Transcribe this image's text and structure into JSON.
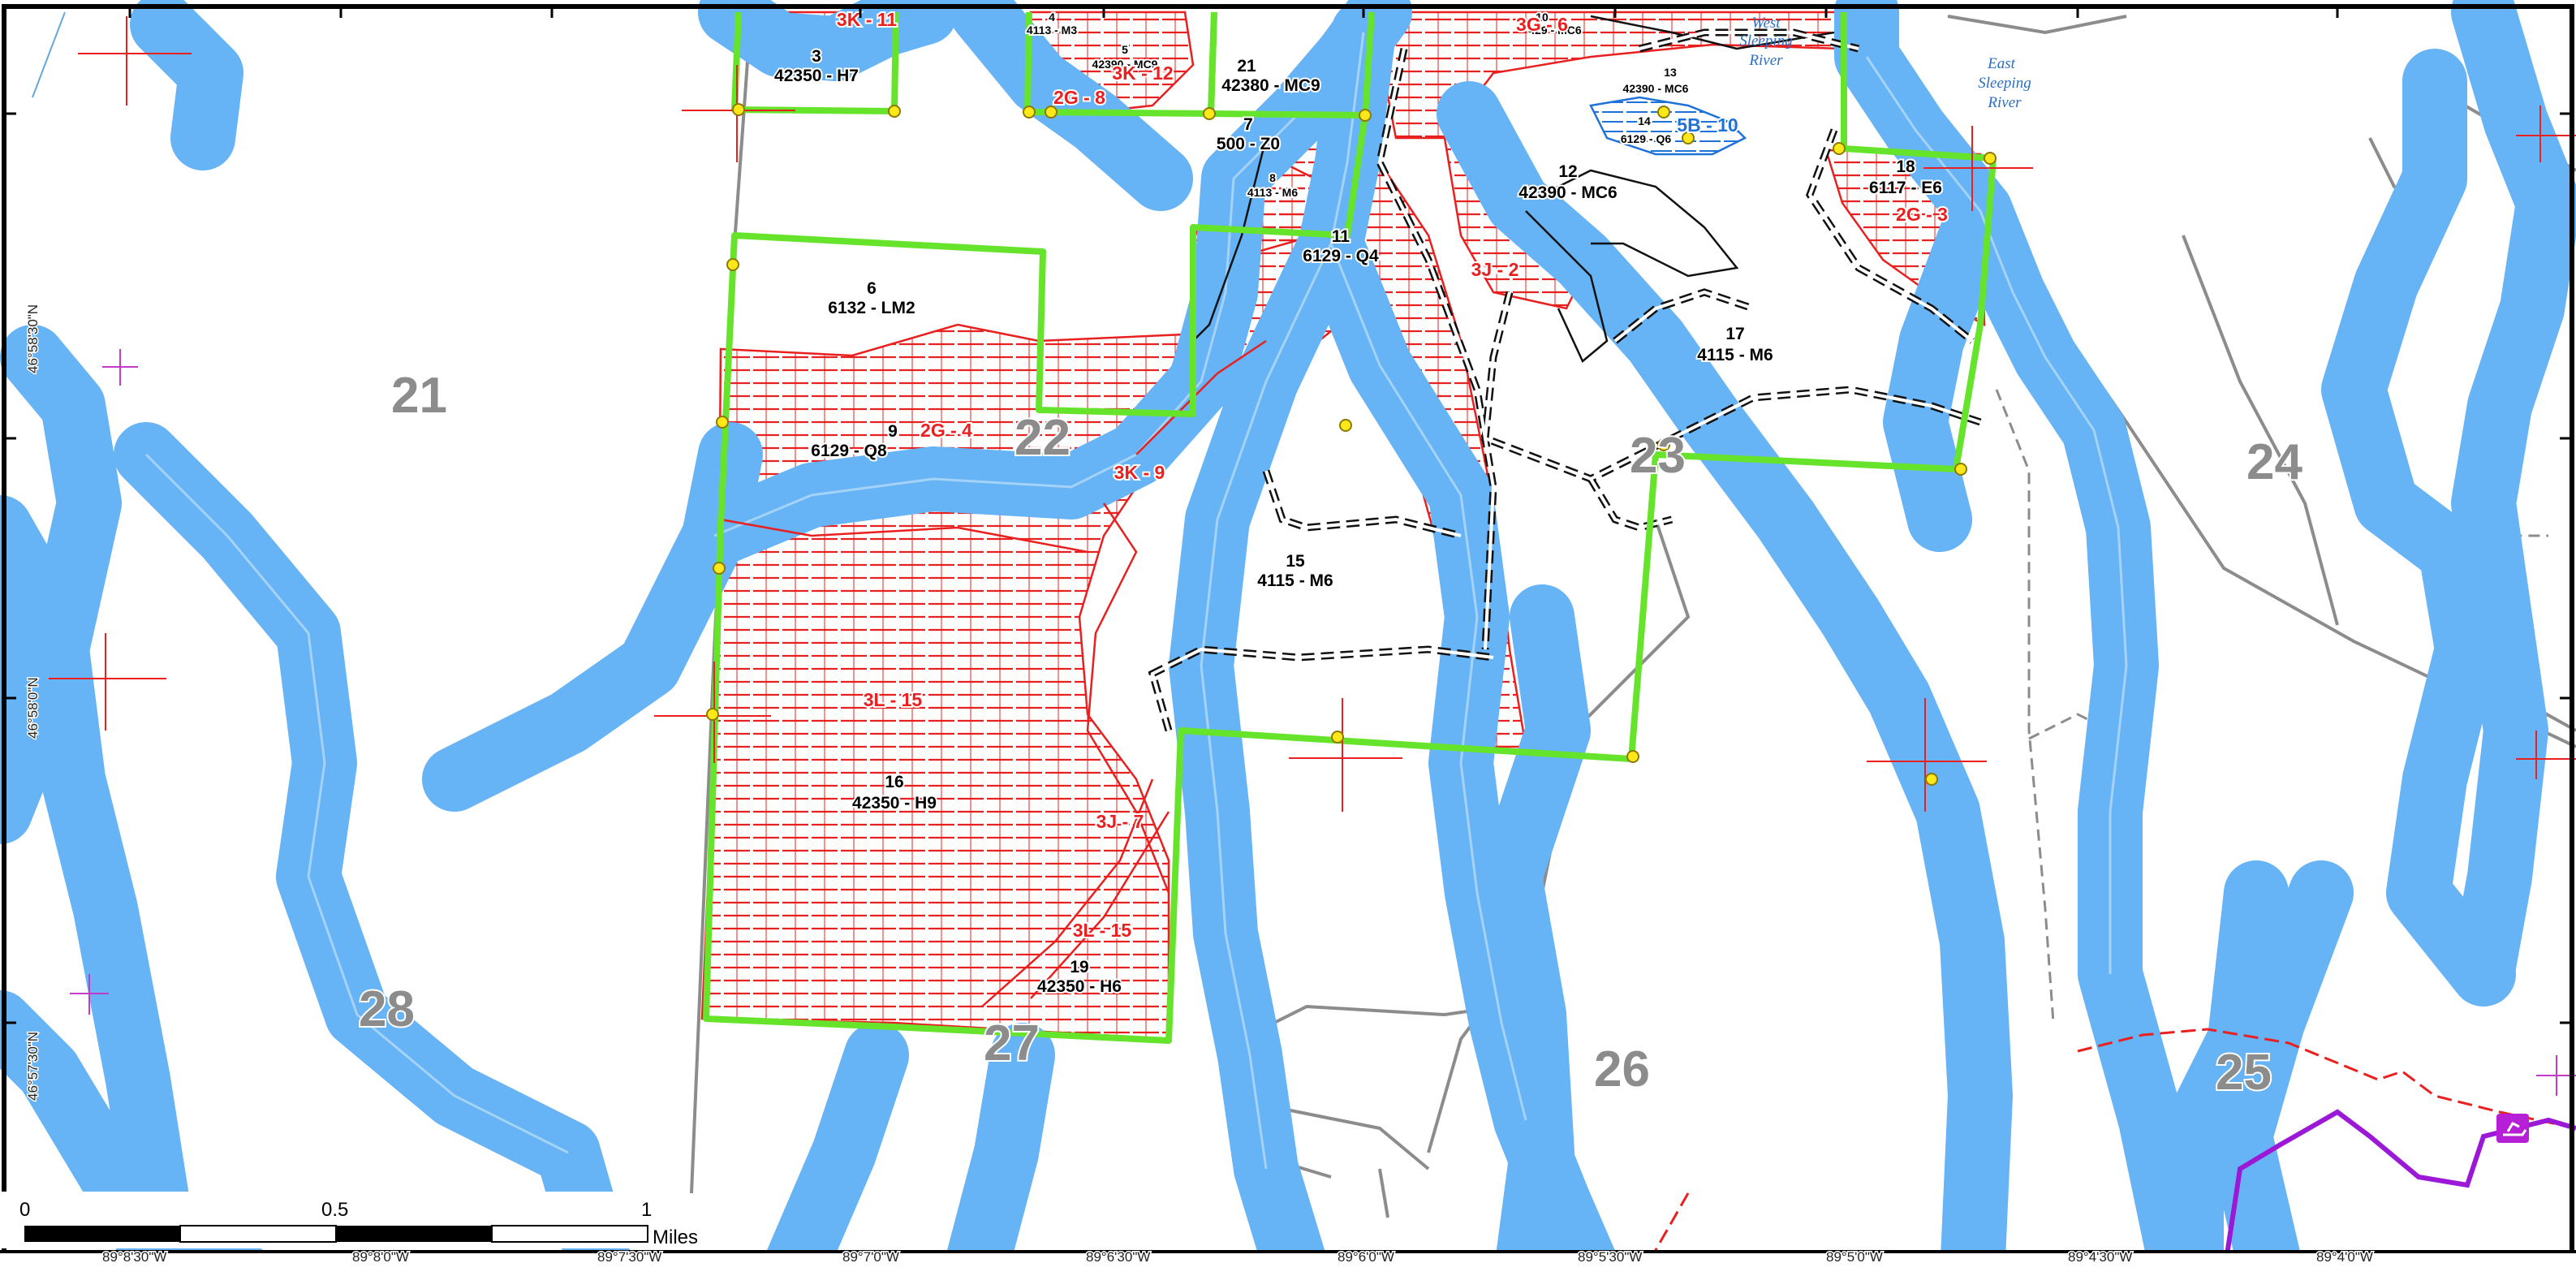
{
  "sections": [
    "21",
    "22",
    "23",
    "24",
    "25",
    "26",
    "27",
    "28"
  ],
  "stands": {
    "s3": {
      "num": "3",
      "code": "42350 - H7"
    },
    "s4": {
      "num": "4",
      "code": "4113 - M3"
    },
    "s5": {
      "num": "5",
      "code": "42390 - MC9"
    },
    "s6": {
      "num": "6",
      "code": "6132 - LM2"
    },
    "s7": {
      "num": "7",
      "code": "500 - Z0"
    },
    "s8": {
      "num": "8",
      "code": "4113 - M6"
    },
    "s9": {
      "num": "9",
      "code": "6129 - Q8"
    },
    "s10": {
      "num": "10",
      "code": "429 - MC6"
    },
    "s11": {
      "num": "11",
      "code": "6129 - Q4"
    },
    "s12": {
      "num": "12",
      "code": "42390 - MC6"
    },
    "s13": {
      "num": "13",
      "code": "42390 - MC6"
    },
    "s14": {
      "num": "14",
      "code": "6129 - Q6"
    },
    "s15": {
      "num": "15",
      "code": "4115 - M6"
    },
    "s16": {
      "num": "16",
      "code": "42350 - H9"
    },
    "s17": {
      "num": "17",
      "code": "4115 - M6"
    },
    "s18": {
      "num": "18",
      "code": "6117 - E6"
    },
    "s19": {
      "num": "19",
      "code": "42350 - H6"
    },
    "s21": {
      "num": "21",
      "code": "42380 - MC9"
    }
  },
  "zones": {
    "z3k11": "3K - 11",
    "z3g6": "3G - 6",
    "z3k12": "3K - 12",
    "z2g8": "2G - 8",
    "z5b10": "5B - 10",
    "z2g3": "2G - 3",
    "z3j2": "3J - 2",
    "z2g4": "2G - 4",
    "z3k9": "3K - 9",
    "z3l15a": "3L - 15",
    "z3j7": "3J - 7",
    "z3l15b": "3L - 15"
  },
  "rivers": {
    "west_l1": "West",
    "west_l2": "Sleeping",
    "west_l3": "River",
    "east_l1": "East",
    "east_l2": "Sleeping",
    "east_l3": "River"
  },
  "lat_labels": [
    "46°58'30\"N",
    "46°58'0\"N",
    "46°57'30\"N"
  ],
  "lon_labels": [
    "89°8'30\"W",
    "89°8'0\"W",
    "89°7'30\"W",
    "89°7'0\"W",
    "89°6'30\"W",
    "89°6'0\"W",
    "89°5'30\"W",
    "89°5'0\"W",
    "89°4'30\"W",
    "89°4'0\"W"
  ],
  "scale_bar": {
    "labels": [
      "0",
      "0.5",
      "1"
    ],
    "unit": "Miles"
  },
  "colors": {
    "buffer": "#66b3f5",
    "boundary": "#66e32b",
    "hatch": "#e8201f",
    "trail": "#9b19d6",
    "road": "#8c8c8c",
    "point": "#ffe81a"
  }
}
